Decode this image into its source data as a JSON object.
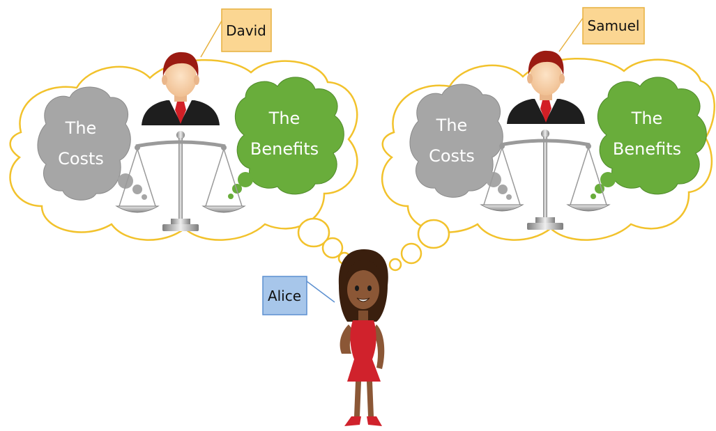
{
  "people": {
    "david": {
      "name": "David"
    },
    "samuel": {
      "name": "Samuel"
    },
    "alice": {
      "name": "Alice"
    }
  },
  "thought_left": {
    "costs_line1": "The",
    "costs_line2": "Costs",
    "benefits_line1": "The",
    "benefits_line2": "Benefits"
  },
  "thought_right": {
    "costs_line1": "The",
    "costs_line2": "Costs",
    "benefits_line1": "The",
    "benefits_line2": "Benefits"
  },
  "colors": {
    "cloud_outline": "#f2c22c",
    "costs_fill": "#a6a6a6",
    "benefits_fill": "#69ad3b",
    "male_label_fill": "#fbd692",
    "male_label_border": "#e7b13e",
    "female_label_fill": "#a7c6ea",
    "female_label_border": "#5b8fd0",
    "suit": "#1e1e1e",
    "tie": "#d21f26",
    "hair_male": "#9b1b12",
    "skin_male": "#f8d0a4",
    "skin_female": "#8b5736",
    "dress": "#d0222c"
  },
  "icons": [
    "man-avatar-icon",
    "balance-scale-icon",
    "woman-avatar-icon"
  ]
}
